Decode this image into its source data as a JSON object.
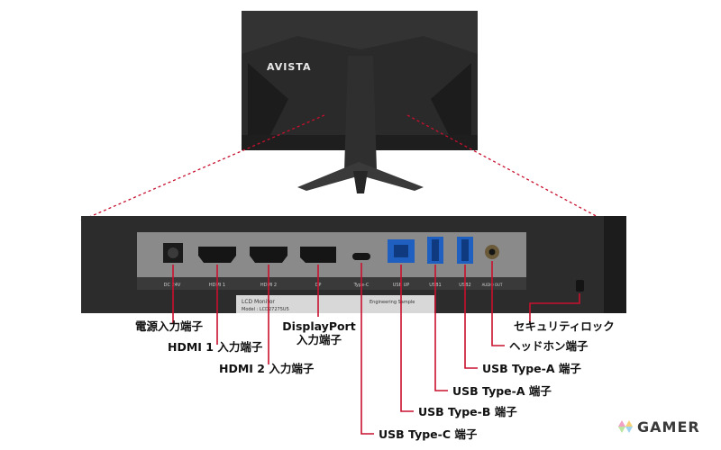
{
  "monitor": {
    "brand": "AVISTA",
    "sticker_title": "LCD Monitor",
    "sticker_model": "Model : LCD27275U5",
    "sticker_note": "Engineering Sample"
  },
  "ports": [
    {
      "id": "dc",
      "silk": "DC 24V"
    },
    {
      "id": "hdmi1",
      "silk": "HDMI 1"
    },
    {
      "id": "hdmi2",
      "silk": "HDMI 2"
    },
    {
      "id": "dp",
      "silk": "DP"
    },
    {
      "id": "usbc",
      "silk": "Type-C"
    },
    {
      "id": "usbb",
      "silk": "USB UP"
    },
    {
      "id": "usba1",
      "silk": "USB1"
    },
    {
      "id": "usba2",
      "silk": "USB2"
    },
    {
      "id": "audio",
      "silk": "AUDIO OUT"
    }
  ],
  "labels": {
    "power": "電源入力端子",
    "hdmi1": "HDMI 1 入力端子",
    "hdmi2": "HDMI 2 入力端子",
    "dp_line1": "DisplayPort",
    "dp_line2": "入力端子",
    "usbc": "USB Type-C 端子",
    "usbb": "USB Type-B 端子",
    "usba1": "USB Type-A 端子",
    "usba2": "USB Type-A 端子",
    "headphone": "ヘッドホン端子",
    "security": "セキュリティロック"
  },
  "watermark": "GAMER",
  "colors": {
    "leader": "#c8102e",
    "body_dark": "#2b2b2b",
    "panel_metal": "#8c8c8c",
    "usb_blue": "#1f5fbf"
  }
}
